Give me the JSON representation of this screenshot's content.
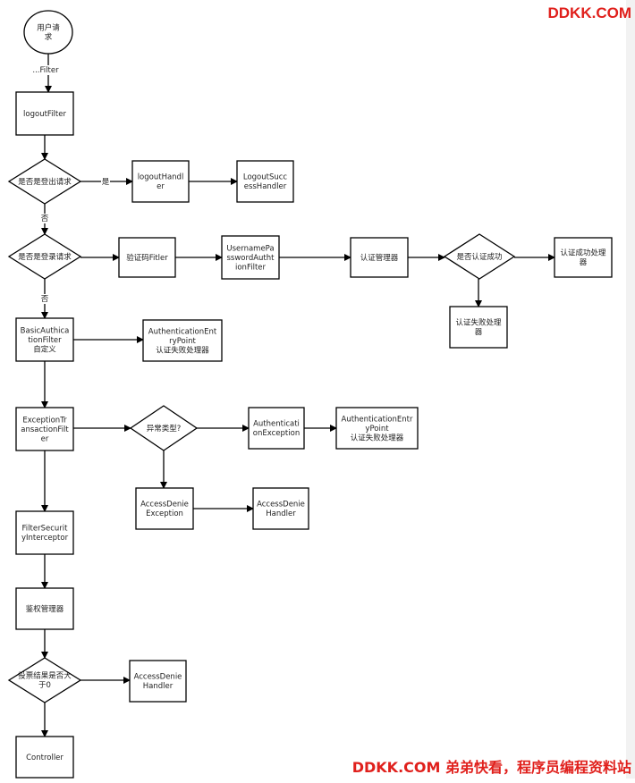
{
  "watermark": {
    "top": "DDKK.COM",
    "bottom": "DDKK.COM 弟弟快看，程序员编程资料站"
  },
  "colors": {
    "line": "#000000",
    "fill": "#ffffff",
    "watermark": "#e0201c"
  },
  "nodes": [
    {
      "id": "start",
      "shape": "circle",
      "lines": [
        "用户请",
        "求"
      ]
    },
    {
      "id": "logoutFilter",
      "shape": "rect",
      "lines": [
        "logoutFilter"
      ]
    },
    {
      "id": "isLogout",
      "shape": "diamond",
      "lines": [
        "是否是登出请求"
      ]
    },
    {
      "id": "logoutHandler",
      "shape": "rect",
      "lines": [
        "logoutHandl",
        "er"
      ]
    },
    {
      "id": "logoutSuccessHandler",
      "shape": "rect",
      "lines": [
        "LogoutSucc",
        "essHandler"
      ]
    },
    {
      "id": "isLogin",
      "shape": "diamond",
      "lines": [
        "是否是登录请求"
      ]
    },
    {
      "id": "captchaFilter",
      "shape": "rect",
      "lines": [
        "验证码Fitler"
      ]
    },
    {
      "id": "upaFilter",
      "shape": "rect",
      "lines": [
        "UsernamePa",
        "sswordAutht",
        "ionFilter"
      ]
    },
    {
      "id": "authManager",
      "shape": "rect",
      "lines": [
        "认证管理器"
      ]
    },
    {
      "id": "isAuthSuccess",
      "shape": "diamond",
      "lines": [
        "是否认证成功"
      ]
    },
    {
      "id": "authSuccessHandler",
      "shape": "rect",
      "lines": [
        "认证成功处理",
        "器"
      ]
    },
    {
      "id": "authFailHandler",
      "shape": "rect",
      "lines": [
        "认证失败处理",
        "器"
      ]
    },
    {
      "id": "basicFilter",
      "shape": "rect",
      "lines": [
        "BasicAuthica",
        "tionFilter",
        "自定义"
      ]
    },
    {
      "id": "entryPoint1",
      "shape": "rect",
      "lines": [
        "AuthenticationEnt",
        "ryPoint",
        "认证失败处理器"
      ]
    },
    {
      "id": "exceptionFilter",
      "shape": "rect",
      "lines": [
        "ExceptionTr",
        "ansactionFilt",
        "er"
      ]
    },
    {
      "id": "exceptionType",
      "shape": "diamond",
      "lines": [
        "异常类型?"
      ]
    },
    {
      "id": "authException",
      "shape": "rect",
      "lines": [
        "Authenticati",
        "onException"
      ]
    },
    {
      "id": "entryPoint2",
      "shape": "rect",
      "lines": [
        "AuthenticationEntr",
        "yPoint",
        "认证失败处理器"
      ]
    },
    {
      "id": "accessDeniedException",
      "shape": "rect",
      "lines": [
        "AccessDenie",
        "Exception"
      ]
    },
    {
      "id": "accessDeniedHandler1",
      "shape": "rect",
      "lines": [
        "AccessDenie",
        "Handler"
      ]
    },
    {
      "id": "filterSecurityInterceptor",
      "shape": "rect",
      "lines": [
        "FilterSecurit",
        "yInterceptor"
      ]
    },
    {
      "id": "accessManager",
      "shape": "rect",
      "lines": [
        "鉴权管理器"
      ]
    },
    {
      "id": "voteResult",
      "shape": "diamond",
      "lines": [
        "投票结果是否大",
        "于0"
      ]
    },
    {
      "id": "accessDeniedHandler2",
      "shape": "rect",
      "lines": [
        "AccessDenie",
        "Handler"
      ]
    },
    {
      "id": "controller",
      "shape": "rect",
      "lines": [
        "Controller"
      ]
    }
  ],
  "edges": [
    {
      "from": "start",
      "to": "logoutFilter",
      "label": "...Filter"
    },
    {
      "from": "logoutFilter",
      "to": "isLogout",
      "label": ""
    },
    {
      "from": "isLogout",
      "to": "logoutHandler",
      "label": "是"
    },
    {
      "from": "logoutHandler",
      "to": "logoutSuccessHandler",
      "label": ""
    },
    {
      "from": "isLogout",
      "to": "isLogin",
      "label": "否"
    },
    {
      "from": "isLogin",
      "to": "captchaFilter",
      "label": ""
    },
    {
      "from": "captchaFilter",
      "to": "upaFilter",
      "label": ""
    },
    {
      "from": "upaFilter",
      "to": "authManager",
      "label": ""
    },
    {
      "from": "authManager",
      "to": "isAuthSuccess",
      "label": ""
    },
    {
      "from": "isAuthSuccess",
      "to": "authSuccessHandler",
      "label": ""
    },
    {
      "from": "isAuthSuccess",
      "to": "authFailHandler",
      "label": ""
    },
    {
      "from": "isLogin",
      "to": "basicFilter",
      "label": "否"
    },
    {
      "from": "basicFilter",
      "to": "entryPoint1",
      "label": ""
    },
    {
      "from": "basicFilter",
      "to": "exceptionFilter",
      "label": ""
    },
    {
      "from": "exceptionFilter",
      "to": "exceptionType",
      "label": ""
    },
    {
      "from": "exceptionType",
      "to": "authException",
      "label": ""
    },
    {
      "from": "authException",
      "to": "entryPoint2",
      "label": ""
    },
    {
      "from": "exceptionType",
      "to": "accessDeniedException",
      "label": ""
    },
    {
      "from": "accessDeniedException",
      "to": "accessDeniedHandler1",
      "label": ""
    },
    {
      "from": "exceptionFilter",
      "to": "filterSecurityInterceptor",
      "label": ""
    },
    {
      "from": "filterSecurityInterceptor",
      "to": "accessManager",
      "label": ""
    },
    {
      "from": "accessManager",
      "to": "voteResult",
      "label": ""
    },
    {
      "from": "voteResult",
      "to": "accessDeniedHandler2",
      "label": ""
    },
    {
      "from": "voteResult",
      "to": "controller",
      "label": ""
    }
  ]
}
